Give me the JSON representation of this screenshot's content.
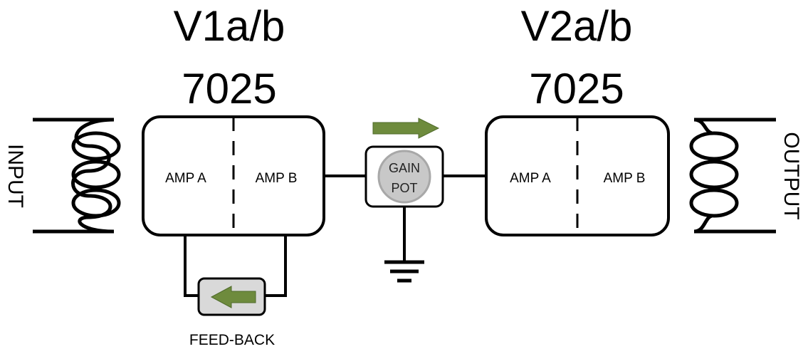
{
  "stage1": {
    "title": "V1a/b",
    "tube": "7025",
    "amp_a_label": "AMP A",
    "amp_b_label": "AMP B"
  },
  "stage2": {
    "title": "V2a/b",
    "tube": "7025",
    "amp_a_label": "AMP A",
    "amp_b_label": "AMP B"
  },
  "gain_pot": {
    "line1": "GAIN",
    "line2": "POT"
  },
  "feedback": {
    "label": "FEED-BACK"
  },
  "input_label": "INPUT",
  "output_label": "OUTPUT",
  "colors": {
    "arrow": "#6e8b3d",
    "pot_body": "#d9d9d9",
    "knob": "#c8c8c8",
    "line": "#000000"
  }
}
